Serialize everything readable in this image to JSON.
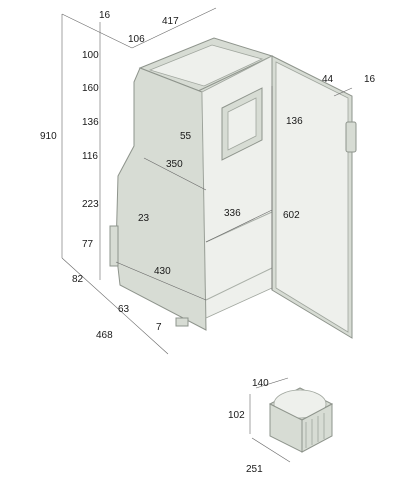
{
  "fridge": {
    "overall_width": "417",
    "top_offset": "106",
    "top_gap": "16",
    "overall_height": "910",
    "overall_depth": "468",
    "left_heights": [
      "100",
      "160",
      "136",
      "116",
      "223",
      "77",
      "82"
    ],
    "bottom_offset": "63",
    "foot": "7",
    "upper_depth": "350",
    "lower_depth": "430",
    "step_depth": "23",
    "handle_gap": "55",
    "interior_width": "336",
    "interior_height": "602",
    "door_offset": "136",
    "door_thickness": "44",
    "hinge_gap": "16"
  },
  "compressor": {
    "width": "140",
    "height": "102",
    "depth": "251"
  },
  "colors": {
    "cabinet": "#d7dcd4",
    "cabinet_edge": "#8e948c",
    "interior": "#eef0ec",
    "dimension_line": "#666666"
  }
}
